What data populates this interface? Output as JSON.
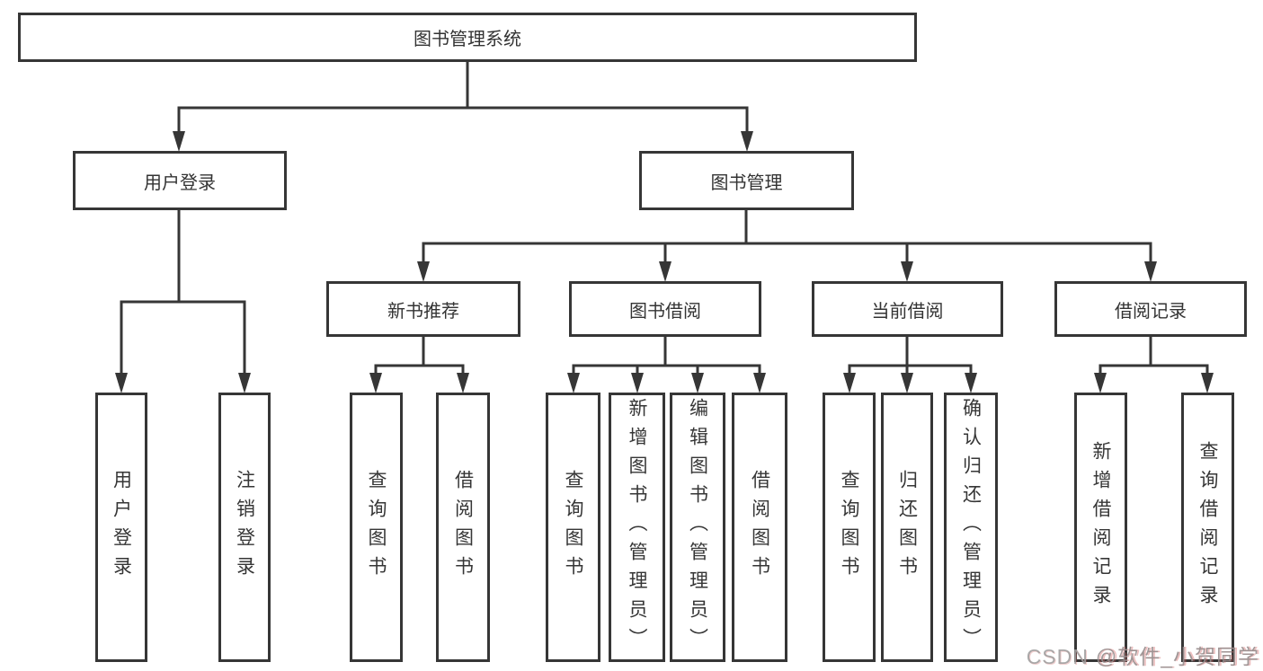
{
  "tree": {
    "root": {
      "label": "图书管理系统"
    },
    "branches": [
      {
        "label": "用户登录",
        "children": [
          {
            "label": "用户登录"
          },
          {
            "label": "注销登录"
          }
        ]
      },
      {
        "label": "图书管理",
        "children": [
          {
            "label": "新书推荐",
            "children": [
              {
                "label": "查询图书"
              },
              {
                "label": "借阅图书"
              }
            ]
          },
          {
            "label": "图书借阅",
            "children": [
              {
                "label": "查询图书"
              },
              {
                "label": "新增图书（管理员）"
              },
              {
                "label": "编辑图书（管理员）"
              },
              {
                "label": "借阅图书"
              }
            ]
          },
          {
            "label": "当前借阅",
            "children": [
              {
                "label": "查询图书"
              },
              {
                "label": "归还图书"
              },
              {
                "label": "确认归还（管理员）"
              }
            ]
          },
          {
            "label": "借阅记录",
            "children": [
              {
                "label": "新增借阅记录"
              },
              {
                "label": "查询借阅记录"
              }
            ]
          }
        ]
      }
    ]
  },
  "watermark": {
    "brand": "CSDN",
    "handle": "@软件_小贺同学"
  },
  "colors": {
    "line": "#363636",
    "text": "#333333",
    "background": "#ffffff",
    "watermark_gray": "#9e9e9e",
    "watermark_accent": "#d36060"
  }
}
